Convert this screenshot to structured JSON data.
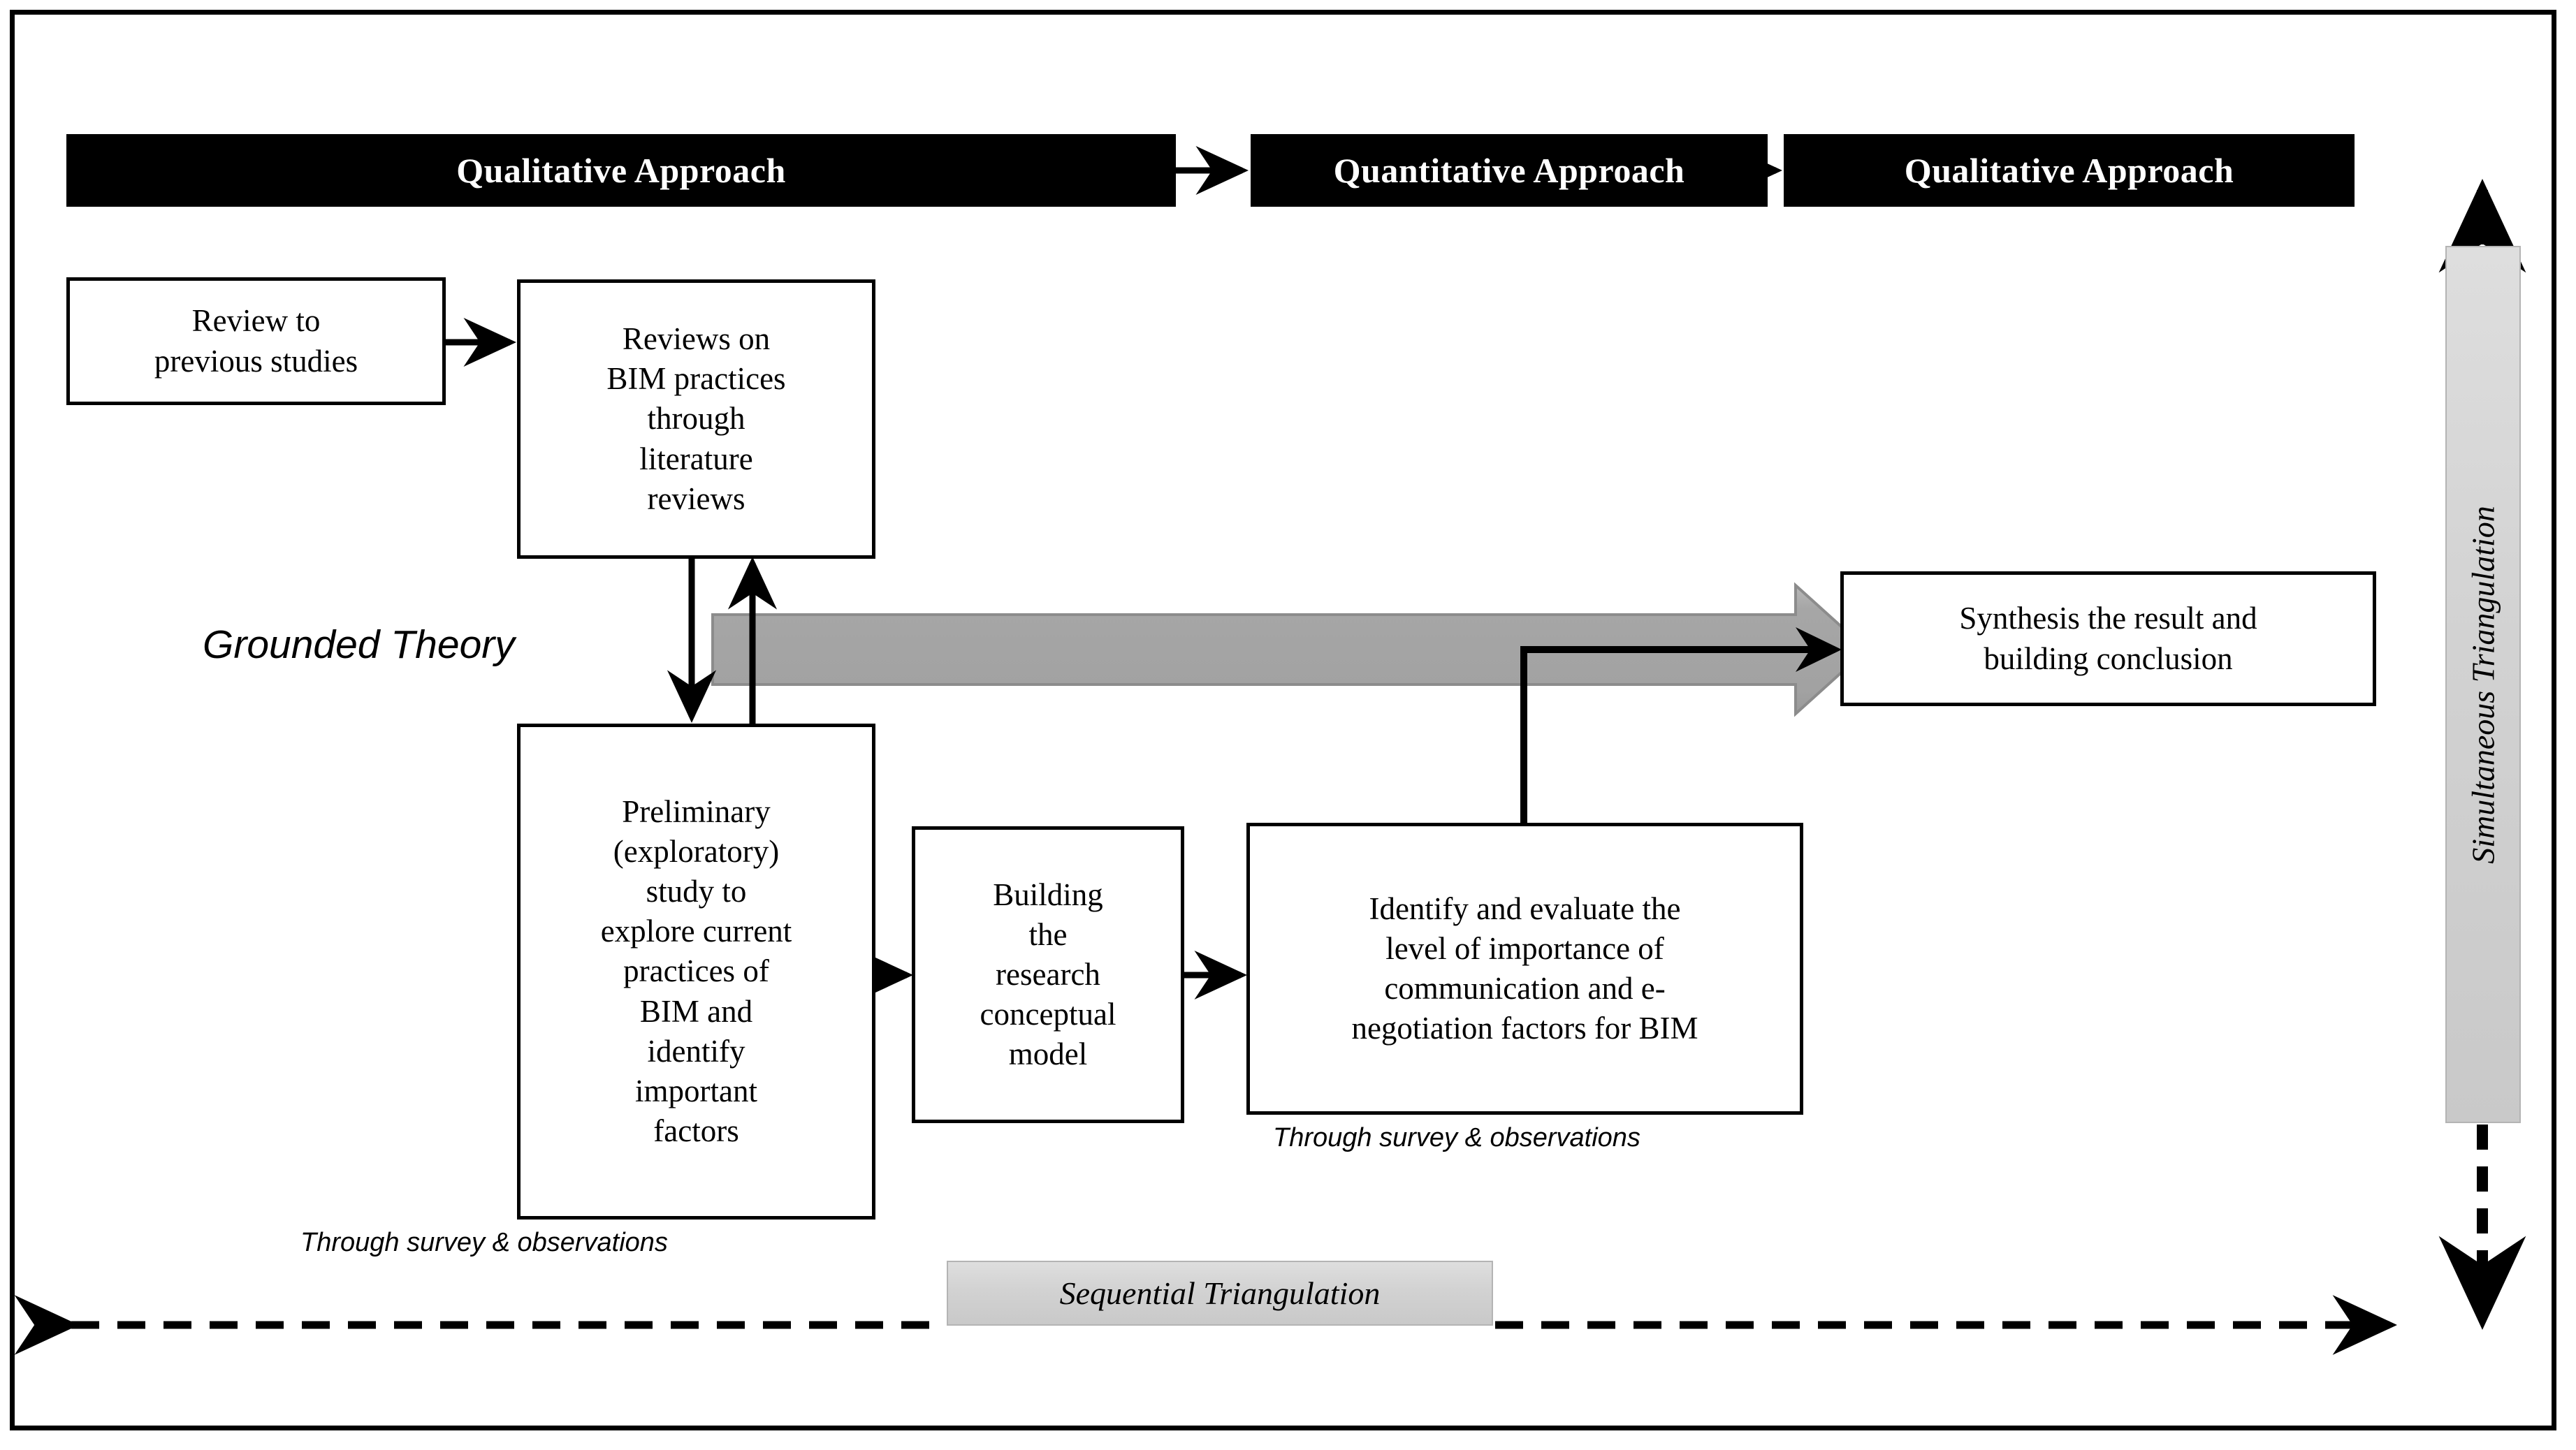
{
  "diagram": {
    "title": "Research methodology triangulation flow diagram",
    "colors": {
      "banner_fill": "#000000",
      "banner_text": "#ffffff",
      "box_border": "#000000",
      "box_fill": "#ffffff",
      "chip_fill": "#d2d2d2",
      "wide_arrow_fill": "#a8a8a8",
      "line": "#000000"
    },
    "phase_banners": [
      {
        "id": "qualitative-1",
        "label": "Qualitative Approach"
      },
      {
        "id": "quantitative",
        "label": "Quantitative Approach"
      },
      {
        "id": "qualitative-2",
        "label": "Qualitative Approach"
      }
    ],
    "boxes": [
      {
        "id": "review-previous-studies",
        "lines": [
          "Review to",
          "previous studies"
        ]
      },
      {
        "id": "reviews-bim-practices",
        "lines": [
          "Reviews on",
          "BIM practices",
          "through",
          "literature",
          "reviews"
        ]
      },
      {
        "id": "preliminary-study",
        "lines": [
          "Preliminary",
          "(exploratory)",
          "study to",
          "explore current",
          "practices of",
          "BIM and",
          "identify",
          "important",
          "factors"
        ]
      },
      {
        "id": "conceptual-model",
        "lines": [
          "Building",
          "the",
          "research",
          "conceptual",
          "model"
        ]
      },
      {
        "id": "identify-evaluate",
        "lines": [
          "Identify and evaluate the",
          "level of importance of",
          "communication and e-",
          "negotiation factors for BIM"
        ]
      },
      {
        "id": "synthesis-conclusion",
        "lines": [
          "Synthesis the result and",
          "building conclusion"
        ]
      }
    ],
    "labels": {
      "grounded_theory": "Grounded Theory",
      "caption_preliminary": "Through survey & observations",
      "caption_identify": "Through survey & observations"
    },
    "triangulation": {
      "sequential": "Sequential Triangulation",
      "simultaneous": "Simultaneous Triangulation"
    },
    "connectors": [
      {
        "id": "review-to-reviews",
        "kind": "solid-arrow",
        "direction": "right"
      },
      {
        "id": "banner1-to-banner2",
        "kind": "solid-arrow",
        "direction": "right"
      },
      {
        "id": "banner2-to-banner3",
        "kind": "solid-arrow",
        "direction": "right"
      },
      {
        "id": "reviews-down-to-prelim",
        "kind": "solid-arrow",
        "direction": "down"
      },
      {
        "id": "prelim-up-to-reviews",
        "kind": "solid-arrow",
        "direction": "up"
      },
      {
        "id": "prelim-to-model",
        "kind": "solid-arrow",
        "direction": "right"
      },
      {
        "id": "model-to-identify",
        "kind": "solid-arrow",
        "direction": "right"
      },
      {
        "id": "identify-to-synthesis",
        "kind": "solid-elbow-arrow",
        "direction": "up-right"
      },
      {
        "id": "grounded-theory-wide",
        "kind": "wide-block-arrow",
        "direction": "right"
      },
      {
        "id": "sequential-dashed",
        "kind": "dashed-double-arrow",
        "direction": "horizontal"
      },
      {
        "id": "simultaneous-dashed",
        "kind": "dashed-double-arrow",
        "direction": "vertical"
      }
    ]
  }
}
